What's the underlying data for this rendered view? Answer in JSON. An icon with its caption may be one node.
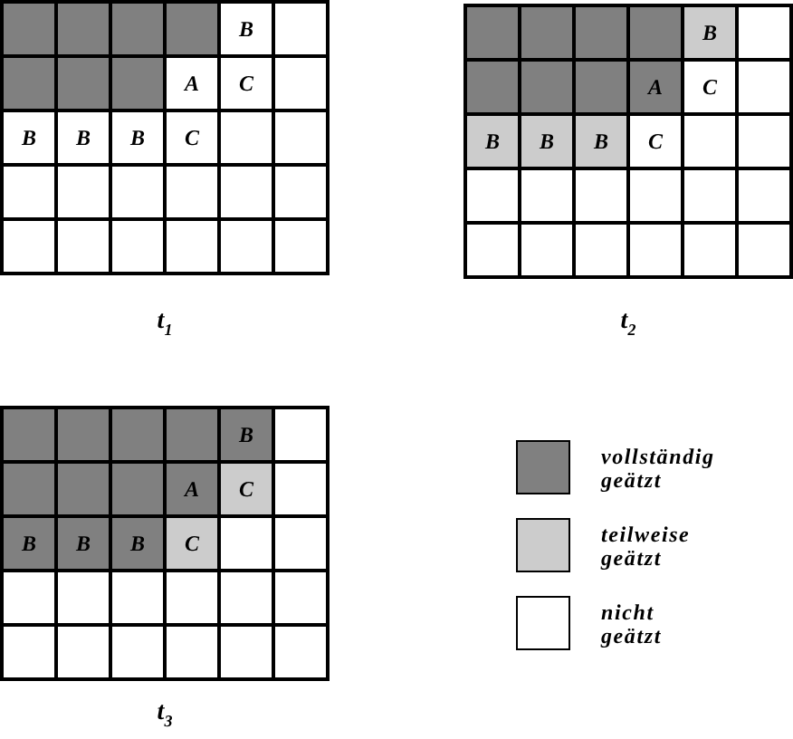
{
  "diagram": {
    "nodes": [
      {
        "text": [],
        "shape": "box",
        "beside": [
          "t$_{1}$"
        ]
      },
      {
        "text": [],
        "shape": "box",
        "in": 0
      },
      {
        "text": [],
        "shape": "box",
        "in": 0
      },
      {
        "text": [],
        "shape": "box",
        "in": 0
      },
      {
        "text": [],
        "shape": "box",
        "in": 0
      },
      {
        "text": [
          "B"
        ],
        "in": 0
      },
      {
        "text": [],
        "shape": "box",
        "in": 0
      },
      {
        "text": [],
        "shape": "box",
        "in": 0
      },
      {
        "text": [],
        "shape": "box",
        "in": 0
      },
      {
        "text": [],
        "shape": "box",
        "in": 0
      },
      {
        "text": [
          "A"
        ],
        "in": 0
      },
      {
        "text": [
          "C"
        ],
        "in": 0
      },
      {
        "text": [],
        "shape": "box",
        "in": 0
      },
      {
        "text": [
          "B"
        ],
        "in": 0
      },
      {
        "text": [
          "B"
        ],
        "in": 0
      },
      {
        "text": [
          "B"
        ],
        "in": 0
      },
      {
        "text": [
          "C"
        ],
        "in": 0
      },
      {
        "text": [],
        "shape": "box",
        "in": 0
      },
      {
        "text": [],
        "shape": "box",
        "in": 0
      },
      {
        "text": [],
        "shape": "box",
        "in": 0
      },
      {
        "text": [],
        "shape": "box",
        "in": 0
      },
      {
        "text": [],
        "shape": "box",
        "in": 0
      },
      {
        "text": [],
        "shape": "box",
        "in": 0
      },
      {
        "text": [],
        "shape": "box",
        "in": 0
      },
      {
        "text": [],
        "shape": "box",
        "in": 0
      },
      {
        "text": [],
        "shape": "box",
        "in": 0
      },
      {
        "text": [],
        "shape": "box",
        "in": 0
      },
      {
        "text": [],
        "shape": "box",
        "in": 0
      },
      {
        "text": [],
        "shape": "box",
        "in": 0
      },
      {
        "text": [],
        "shape": "box",
        "in": 0
      },
      {
        "text": [],
        "shape": "box",
        "in": 0
      },
      {
        "text": [],
        "shape": "box",
        "beside": [
          "t$_{2}$"
        ]
      },
      {
        "text": [],
        "shape": "box",
        "in": 31
      },
      {
        "text": [],
        "shape": "box",
        "in": 31
      },
      {
        "text": [],
        "shape": "box",
        "in": 31
      },
      {
        "text": [],
        "shape": "box",
        "in": 31
      },
      {
        "text": [
          "B"
        ],
        "in": 31
      },
      {
        "text": [],
        "shape": "box",
        "in": 31
      },
      {
        "text": [],
        "shape": "box",
        "in": 31
      },
      {
        "text": [],
        "shape": "box",
        "in": 31
      },
      {
        "text": [],
        "shape": "box",
        "in": 31
      },
      {
        "text": [
          "A"
        ],
        "in": 31
      },
      {
        "text": [
          "C"
        ],
        "in": 31
      },
      {
        "text": [],
        "shape": "box",
        "in": 31
      },
      {
        "text": [
          "B"
        ],
        "in": 31
      },
      {
        "text": [
          "B"
        ],
        "in": 31
      },
      {
        "text": [
          "B"
        ],
        "in": 31
      },
      {
        "text": [
          "C"
        ],
        "in": 31
      },
      {
        "text": [],
        "shape": "box",
        "in": 31
      },
      {
        "text": [],
        "shape": "box",
        "in": 31
      },
      {
        "text": [],
        "shape": "box",
        "in": 31
      },
      {
        "text": [],
        "shape": "box",
        "in": 31
      },
      {
        "text": [],
        "shape": "box",
        "in": 31
      },
      {
        "text": [],
        "shape": "box",
        "in": 31
      },
      {
        "text": [],
        "shape": "box",
        "in": 31
      },
      {
        "text": [],
        "shape": "box",
        "in": 31
      },
      {
        "text": [],
        "shape": "box",
        "in": 31
      },
      {
        "text": [],
        "shape": "box",
        "in": 31
      },
      {
        "text": [],
        "shape": "box",
        "in": 31
      },
      {
        "text": [],
        "shape": "box",
        "in": 31
      },
      {
        "text": [],
        "shape": "box",
        "in": 31
      },
      {
        "text": [],
        "shape": "box",
        "in": 31
      },
      {
        "text": [],
        "shape": "box",
        "beside": [
          "t$_{3}$"
        ]
      },
      {
        "text": [],
        "shape": "box",
        "in": 62
      },
      {
        "text": [],
        "shape": "box",
        "in": 62
      },
      {
        "text": [],
        "shape": "box",
        "in": 62
      },
      {
        "text": [],
        "shape": "box",
        "in": 62
      },
      {
        "text": [
          "B"
        ],
        "in": 62
      },
      {
        "text": [],
        "shape": "box",
        "in": 62
      },
      {
        "text": [],
        "shape": "box",
        "in": 62
      },
      {
        "text": [],
        "shape": "box",
        "in": 62
      },
      {
        "text": [],
        "shape": "box",
        "in": 62
      },
      {
        "text": [
          "A"
        ],
        "in": 62
      },
      {
        "text": [
          "C"
        ],
        "in": 62
      },
      {
        "text": [],
        "shape": "box",
        "in": 62
      },
      {
        "text": [
          "B"
        ],
        "in": 62
      },
      {
        "text": [
          "B"
        ],
        "in": 62
      },
      {
        "text": [
          "B"
        ],
        "in": 62
      },
      {
        "text": [
          "C"
        ],
        "in": 62
      },
      {
        "text": [],
        "shape": "box",
        "in": 62
      },
      {
        "text": [],
        "shape": "box",
        "in": 62
      },
      {
        "text": [],
        "shape": "box",
        "in": 62
      },
      {
        "text": [],
        "shape": "box",
        "in": 62
      },
      {
        "text": [],
        "shape": "box",
        "in": 62
      },
      {
        "text": [],
        "shape": "box",
        "in": 62
      },
      {
        "text": [],
        "shape": "box",
        "in": 62
      },
      {
        "text": [],
        "shape": "box",
        "in": 62
      },
      {
        "text": [],
        "shape": "box",
        "in": 62
      },
      {
        "text": [],
        "shape": "box",
        "in": 62
      },
      {
        "text": [],
        "shape": "box",
        "in": 62
      },
      {
        "text": [],
        "shape": "box",
        "in": 62
      },
      {
        "text": [],
        "shape": "box",
        "in": 62
      },
      {
        "text": [],
        "shape": "box",
        "in": 62
      }
    ],
    "legend": [
      {
        "text": "vollständig geätzt",
        "color": "#808080"
      },
      {
        "text": "teilweise geätzt",
        "color": "#cccccc"
      },
      {
        "text": "nicht geätzt",
        "color": "#ffffff"
      }
    ]
  }
}
